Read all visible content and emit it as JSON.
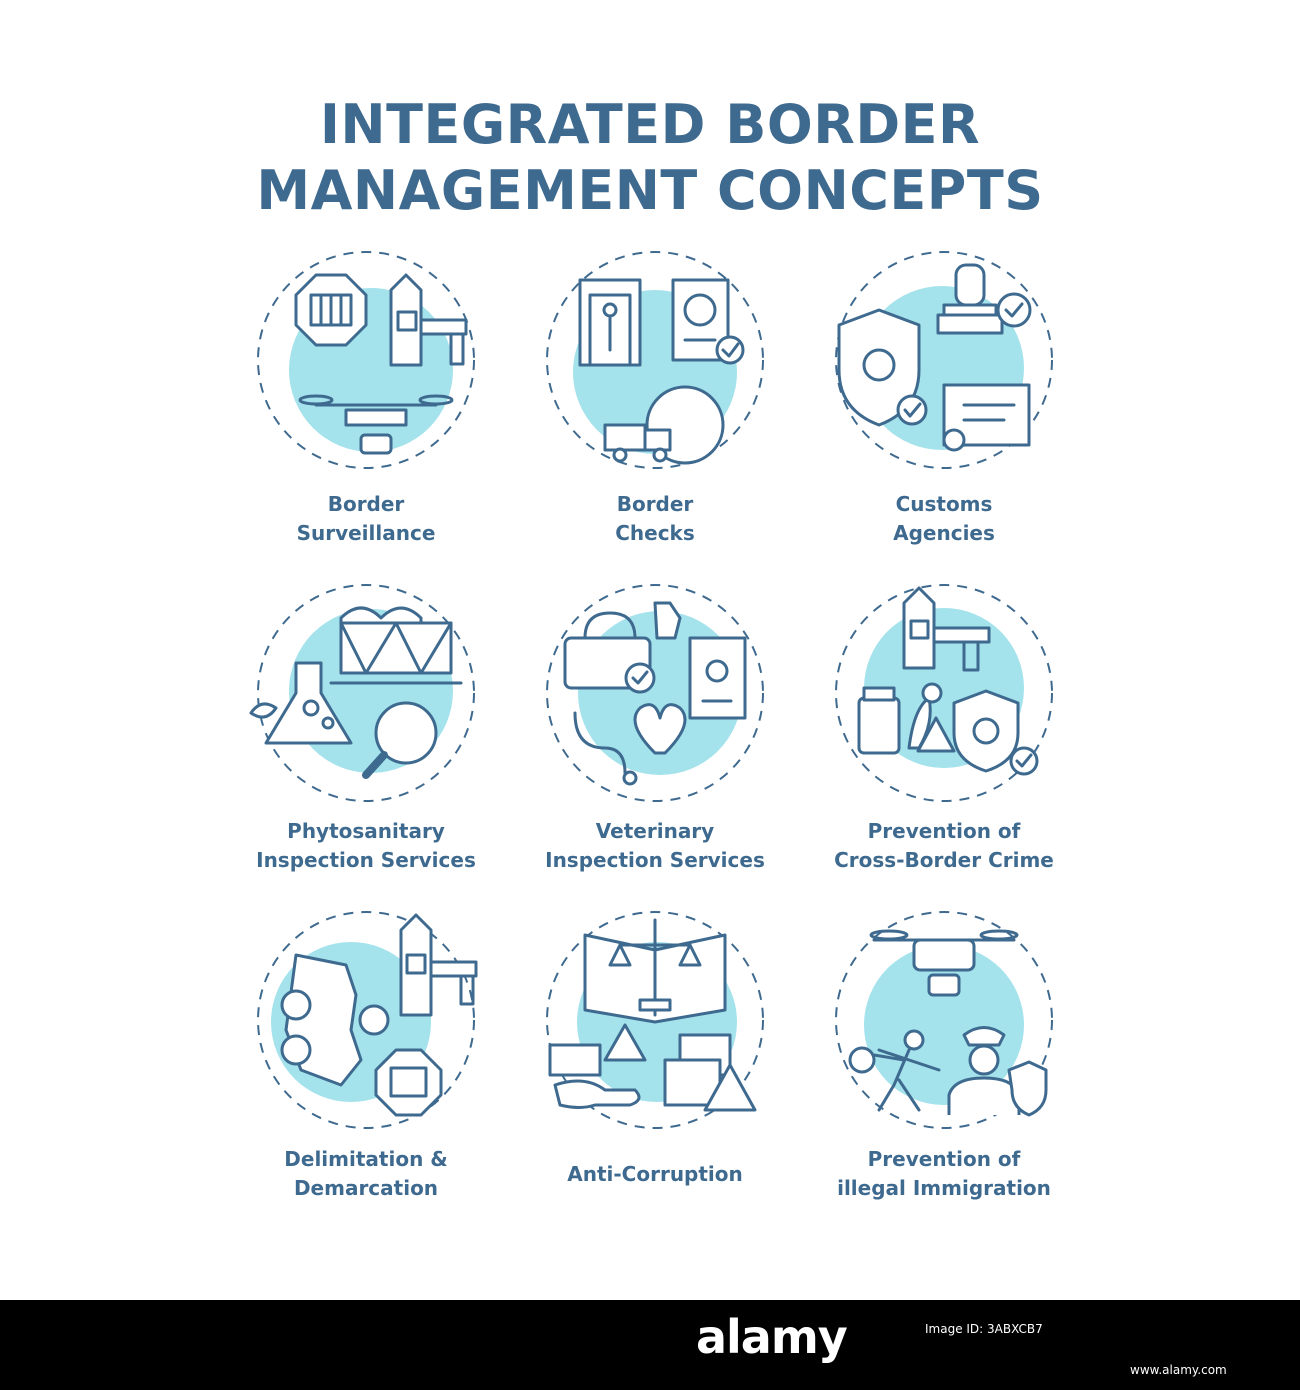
{
  "title_lines": [
    "INTEGRATED BORDER",
    "MANAGEMENT CONCEPTS"
  ],
  "colors": {
    "text": "#3f6a8f",
    "accent": "#a4e2ec",
    "background": "#ffffff",
    "footer": "#000000"
  },
  "concepts": [
    {
      "icon": "border-surveillance-icon",
      "label_lines": [
        "Border",
        "Surveillance"
      ]
    },
    {
      "icon": "border-checks-icon",
      "label_lines": [
        "Border",
        "Checks"
      ]
    },
    {
      "icon": "customs-agencies-icon",
      "label_lines": [
        "Customs",
        "Agencies"
      ]
    },
    {
      "icon": "phytosanitary-inspection-icon",
      "label_lines": [
        "Phytosanitary",
        "Inspection Services"
      ]
    },
    {
      "icon": "veterinary-inspection-icon",
      "label_lines": [
        "Veterinary",
        "Inspection Services"
      ]
    },
    {
      "icon": "cross-border-crime-prevention-icon",
      "label_lines": [
        "Prevention of",
        "Cross-Border Crime"
      ]
    },
    {
      "icon": "delimitation-demarcation-icon",
      "label_lines": [
        "Delimitation &",
        "Demarcation"
      ]
    },
    {
      "icon": "anti-corruption-icon",
      "label_lines": [
        "Anti-Corruption"
      ]
    },
    {
      "icon": "illegal-immigration-prevention-icon",
      "label_lines": [
        "Prevention of",
        "illegal Immigration"
      ]
    }
  ],
  "footer": {
    "brand": "alamy",
    "image_id_lines": [
      "Image ID: 3ABXCB7"
    ],
    "site": "www.alamy.com"
  }
}
